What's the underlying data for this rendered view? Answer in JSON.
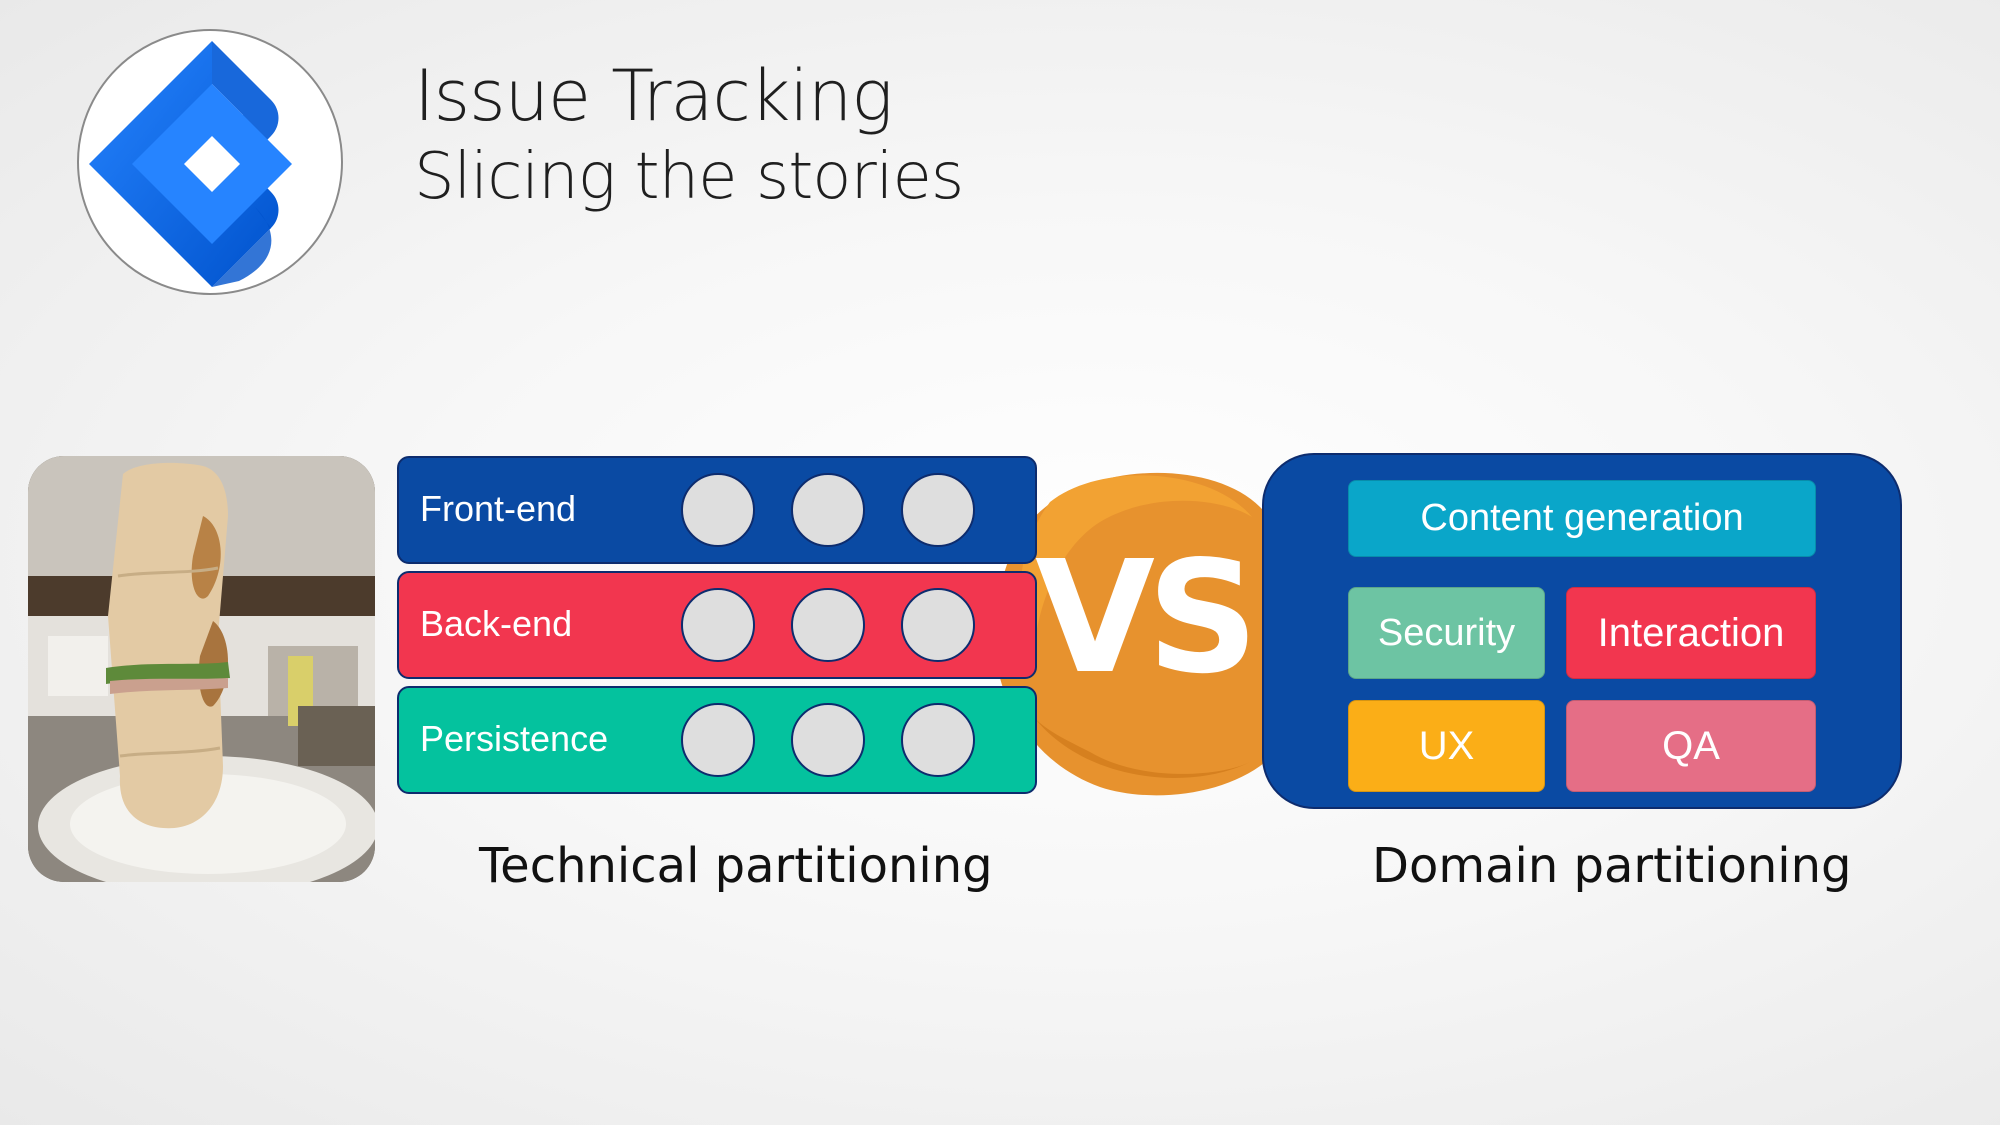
{
  "header": {
    "title": "Issue Tracking",
    "subtitle": "Slicing the stories",
    "logo_icon": "jira-logo-icon"
  },
  "photo": {
    "subject": "tall-sandwich-photo"
  },
  "technical": {
    "rows": [
      {
        "label": "Front-end",
        "color": "#0a4aa3"
      },
      {
        "label": "Back-end",
        "color": "#f2364f"
      },
      {
        "label": "Persistence",
        "color": "#04c29e"
      }
    ],
    "caption": "Technical partitioning"
  },
  "vs": {
    "label": "VS",
    "color": "#f0932b"
  },
  "domain": {
    "tiles": [
      {
        "label": "Content generation",
        "color": "#0aa6c9"
      },
      {
        "label": "Security",
        "color": "#6dc4a3"
      },
      {
        "label": "Interaction",
        "color": "#f2364f"
      },
      {
        "label": "UX",
        "color": "#fbae17"
      },
      {
        "label": "QA",
        "color": "#e56e86"
      }
    ],
    "caption": "Domain partitioning",
    "box_color": "#0a4aa3"
  }
}
